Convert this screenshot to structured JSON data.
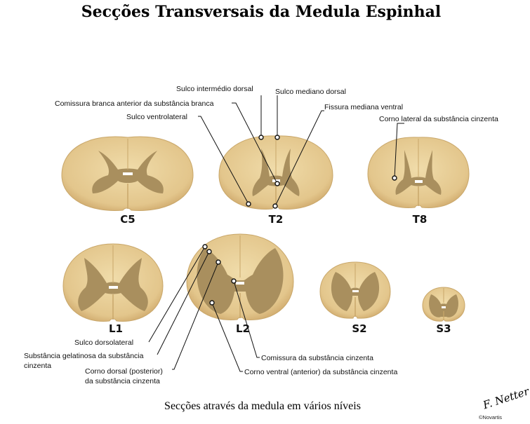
{
  "title": "Secções Transversais da Medula Espinhal",
  "caption": "Secções através da medula em vários níveis",
  "levels": {
    "c5": "C5",
    "t2": "T2",
    "t8": "T8",
    "l1": "L1",
    "l2": "L2",
    "s2": "S2",
    "s3": "S3"
  },
  "labels": {
    "sulco_intermedio_dorsal": "Sulco intermédio dorsal",
    "sulco_mediano_dorsal": "Sulco mediano dorsal",
    "comissura_branca": "Comissura branca anterior da substância branca",
    "fissura_mediana_ventral": "Fissura mediana ventral",
    "sulco_ventrolateral": "Sulco ventrolateral",
    "corno_lateral": "Corno lateral da substância cinzenta",
    "sulco_dorsolateral": "Sulco dorsolateral",
    "substancia_gelatinosa_1": "Substância gelatinosa da substância",
    "substancia_gelatinosa_2": "cinzenta",
    "corno_dorsal_1": "Corno dorsal (posterior)",
    "corno_dorsal_2": "da substância cinzenta",
    "comissura_cinzenta": "Comissura da substância cinzenta",
    "corno_ventral": "Corno ventral (anterior) da substância cinzenta"
  },
  "signature": "F. Netter",
  "copyright": "©Novartis",
  "colors": {
    "white_matter": "#e8cf98",
    "white_matter_edge": "#c9a76a",
    "gray_matter": "#a98f5e",
    "line": "#111111"
  }
}
